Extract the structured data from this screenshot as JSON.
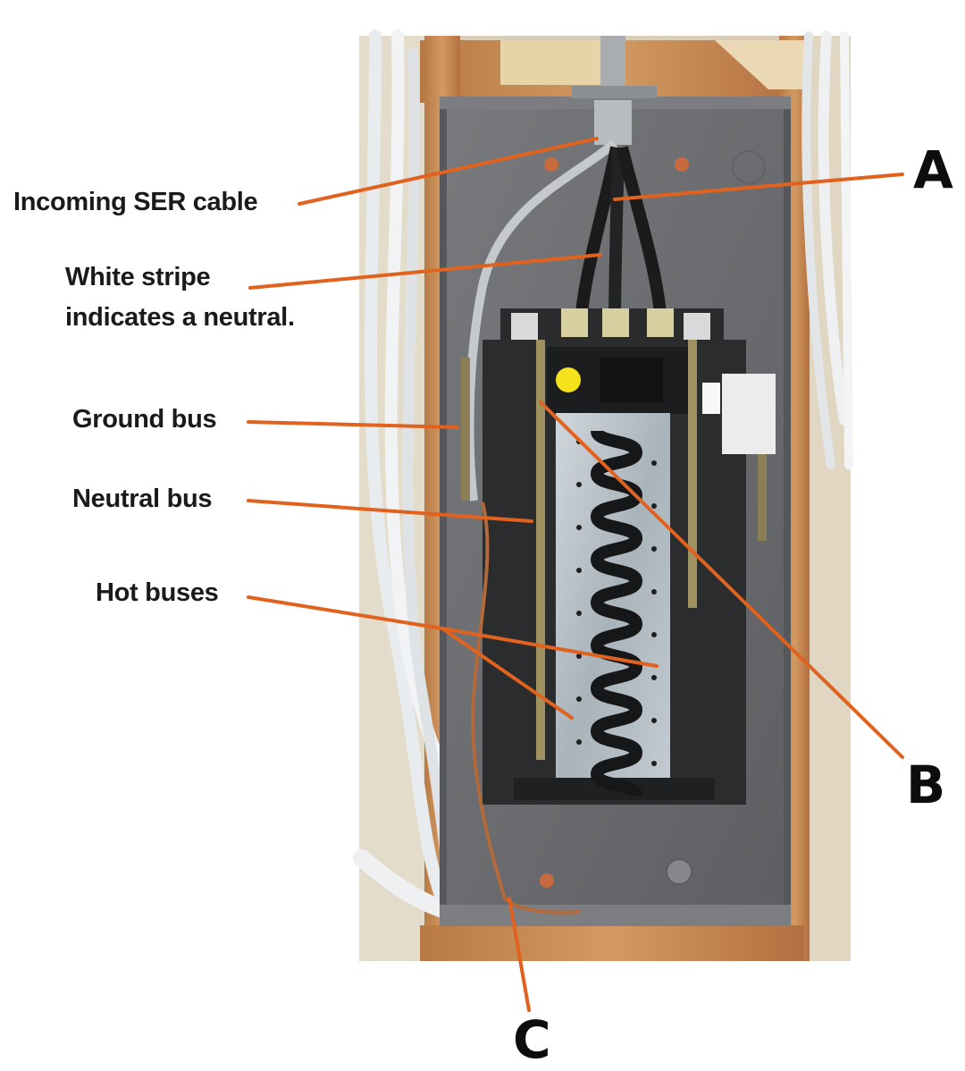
{
  "labels": {
    "incoming_ser_cable": "Incoming SER cable",
    "white_stripe_line1": "White stripe",
    "white_stripe_line2": "indicates a neutral.",
    "ground_bus": "Ground bus",
    "neutral_bus": "Neutral bus",
    "hot_buses": "Hot buses"
  },
  "callouts": {
    "a": "A",
    "b": "B",
    "c": "C"
  },
  "colors": {
    "leader_line": "#e0621e",
    "panel_gray": "#6b6d70",
    "wood": "#c98a55",
    "bus_metal": "#b9c2c8"
  }
}
